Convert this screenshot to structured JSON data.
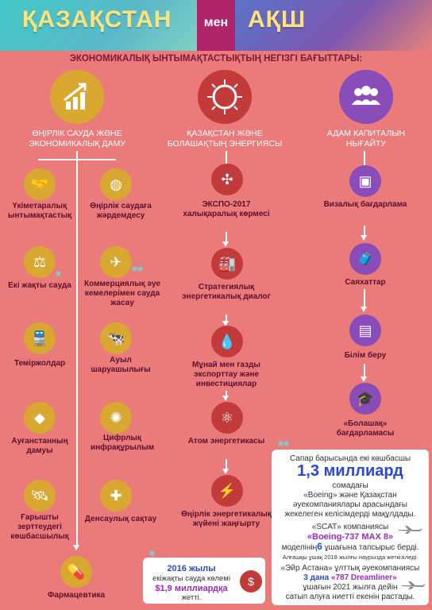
{
  "banner": {
    "left": "ҚАЗАҚСТАН",
    "middle": "мен",
    "right": "АҚШ"
  },
  "headline": "ЭКОНОМИКАЛЫҚ ЫНТЫМАҚТАСТЫҚТЫҢ НЕГІЗГІ БАҒЫТТАРЫ:",
  "columns": [
    {
      "title": "ӨҢІРЛІК САУДА ЖӘНЕ ЭКОНОМИКАЛЫҚ ДАМУ",
      "icon": "growth-chart-icon"
    },
    {
      "title": "ҚАЗАҚСТАН ЖӘНЕ БОЛАШАҚТЫҢ ЭНЕРГИЯСЫ",
      "icon": "expo-emblem-icon"
    },
    {
      "title": "АДАМ КАПИТАЛЫН НЫҒАЙТУ",
      "icon": "people-group-icon"
    }
  ],
  "left_items": [
    {
      "label": "Үкіметаралық ынтымақтастық",
      "icon": "handshake-icon"
    },
    {
      "label": "Өңірлік саудаға жәрдемдесу",
      "icon": "globe-icon"
    },
    {
      "label": "Екі жақты сауда",
      "icon": "scales-icon"
    },
    {
      "label": "Коммерциялық әуе кемелерімен сауда жасау",
      "icon": "airplane-icon"
    },
    {
      "label": "Теміржолдар",
      "icon": "train-icon"
    },
    {
      "label": "Ауыл шаруашылығы",
      "icon": "cow-icon"
    },
    {
      "label": "Ауғанстанның дамуы",
      "icon": "afghanistan-map-icon"
    },
    {
      "label": "Цифрлық инфрақұрылым",
      "icon": "brain-icon"
    },
    {
      "label": "Ғарышты зерттеудегі көшбасшылық",
      "icon": "satellite-icon"
    },
    {
      "label": "Денсаулық сақтау",
      "icon": "medical-cross-icon"
    },
    {
      "label": "Фармацевтика",
      "icon": "pills-icon"
    }
  ],
  "middle_items": [
    {
      "label": "ЭКСПО-2017 халықаралық көрмесі",
      "icon": "wind-turbine-icon"
    },
    {
      "label": "Стратегиялық энергетикалық диалог",
      "icon": "power-plant-icon"
    },
    {
      "label": "Мұнай мен газды экспорттау және инвестициялар",
      "icon": "oil-drop-icon"
    },
    {
      "label": "Атом энергетикасы",
      "icon": "atom-icon"
    },
    {
      "label": "Өңірлік энергетикалық жүйені жаңғырту",
      "icon": "power-tower-icon"
    }
  ],
  "right_items": [
    {
      "label": "Визалық бағдарлама",
      "icon": "passport-icon"
    },
    {
      "label": "Саяхаттар",
      "icon": "traveler-icon"
    },
    {
      "label": "Білім беру",
      "icon": "classroom-icon"
    },
    {
      "label": "«Болашақ» бағдарламасы",
      "icon": "graduation-cap-icon"
    }
  ],
  "trade_box": {
    "year": "2016 жылы",
    "line1": "екіжақты сауда көлемі",
    "amount": "$1,9 миллиардқа",
    "line3": "жетті."
  },
  "deals_box": {
    "intro": "Сапар барысында екі көшбасшы",
    "amount": "1,3 миллиард",
    "p1a": "сомадағы",
    "p1b": "«Boeing» және Қазақстан",
    "p1c": "әуекомпаниялары арасындағы",
    "p1d": "жекелеген келісімдерді мақұлдады.",
    "p2a": "«SCAT» компаниясы",
    "p2b": "«Boeing-737 MAX 8»",
    "p2c": "моделінің",
    "p2num": "6",
    "p2d": "ұшағына тапсырыс берді.",
    "p2note": "Алғашқы ұшақ 2018 жылғы наурызда жеткізіледі.",
    "p3a": "«Эйр Астана» ұлттық әуекомпаниясы",
    "p3b": "3 дана",
    "p3c": "«787 Dreamliner»",
    "p3d": "ұшағын 2021 жылға дейін",
    "p3e": "сатып алуға ниетті екенін растады."
  },
  "colors": {
    "background": "#eb7a7a",
    "gold": "#d9a830",
    "rust": "#c23a3a",
    "violet": "#8a4cb8",
    "highlight_blue": "#2848d8",
    "highlight_purple": "#9a2ac0"
  }
}
